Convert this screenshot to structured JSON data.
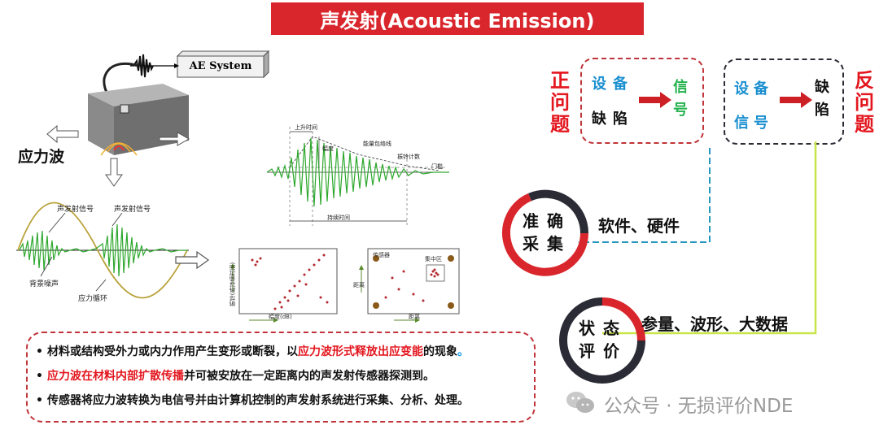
{
  "title": "声发射(Acoustic Emission)",
  "ae_system_label": "AE System",
  "stress_wave_label": "应力波",
  "waveform_labels": {
    "ae_signal_left": "声发射信号",
    "ae_signal_right": "声发射信号",
    "background_noise": "背景噪声",
    "stress_cycle": "应力循环"
  },
  "burst_labels": {
    "rise_time": "上升时间",
    "energy_envelope": "能量包络线",
    "amplitude": "幅度",
    "ring_count": "振铃计数",
    "threshold": "门槛",
    "duration": "持续时间"
  },
  "scatter_left": {
    "ylabel": "振铃(或持续时间)",
    "xlabel": "幅度(dB)"
  },
  "scatter_right": {
    "sensor_label": "传感器",
    "cluster_label": "集中区",
    "ylabel": "距离",
    "xlabel": "距离"
  },
  "forward_problem": {
    "side_label": "正问题",
    "device": "设备",
    "defect": "缺陷",
    "signal": "信号"
  },
  "inverse_problem": {
    "side_label": "反问题",
    "device_signal": "设备信号",
    "defect": "缺陷"
  },
  "accurate_collection": {
    "ring_label": "准确采集",
    "note": "软件、硬件"
  },
  "state_evaluation": {
    "ring_label": "状态评价",
    "note": "参量、波形、大数据"
  },
  "bullets": [
    {
      "pre": "材料或结构受外力或内力作用产生变形或断裂，以",
      "hl": "应力波形式释放出应变能",
      "post": "的现象",
      "end": "。"
    },
    {
      "pre": "",
      "hl": "应力波在材料内部扩散传播",
      "post": "并可被安放在一定距离内的声发射传感器探测到。",
      "end": ""
    },
    {
      "pre": "传感器将应力波转换为电信号并由计算机控制的声发射系统进行采集、分析、处理。",
      "hl": "",
      "post": "",
      "end": ""
    }
  ],
  "watermark": "公众号 · 无损评价NDE",
  "colors": {
    "title_bg": "#d9262c",
    "red_text": "#e3161e",
    "forward_box": "#c0343a",
    "inverse_box": "#2b2b36",
    "blue_line": "#2596be",
    "green_line": "#c8e64a",
    "signal_green": "#2da82d",
    "signal_text_green": "#22b24c"
  }
}
